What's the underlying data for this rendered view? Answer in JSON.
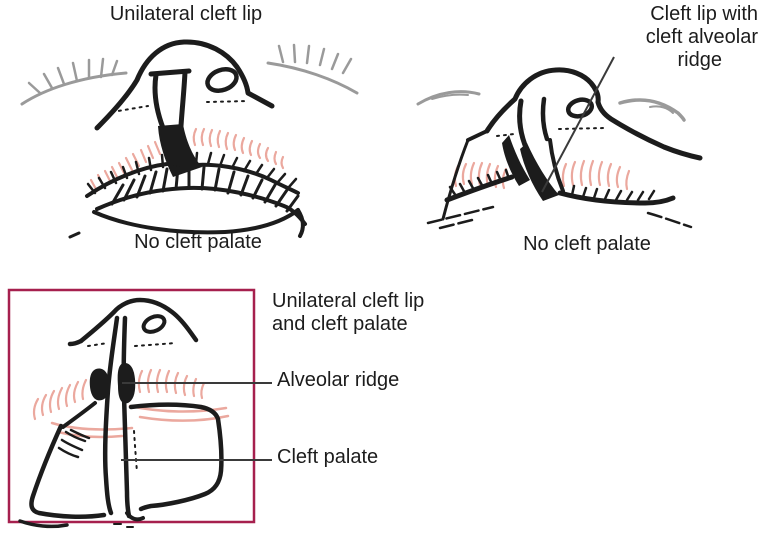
{
  "figure_type": "medical-illustration-cleft-lip-palate",
  "panels": [
    {
      "title": "Unilateral cleft lip",
      "caption": "No cleft palate"
    },
    {
      "title_line1": "Cleft lip with",
      "title_line2": "cleft alveolar",
      "title_line3": "ridge",
      "caption": "No cleft palate"
    },
    {
      "title_line1": "Unilateral cleft lip",
      "title_line2": "and cleft palate",
      "label_alveolar_ridge": "Alveolar ridge",
      "label_cleft_palate": "Cleft palate"
    }
  ],
  "colors": {
    "ink": "#1c1c1c",
    "pink": "#eba89e",
    "lash_gray": "#9a9a9a",
    "box_border": "#a6204e",
    "leader": "#3a3a3a",
    "background": "#ffffff",
    "text": "#1c1c1c"
  }
}
